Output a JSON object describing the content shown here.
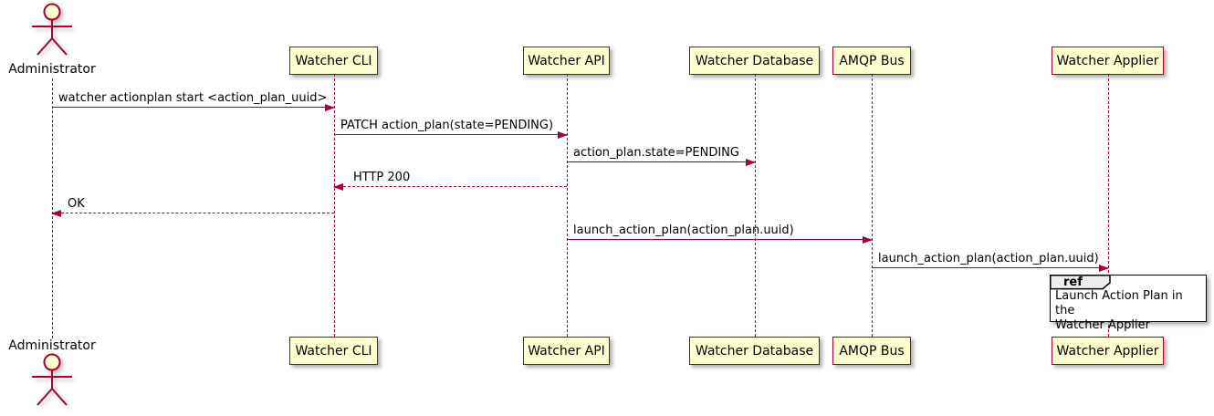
{
  "actor": {
    "label": "Administrator"
  },
  "participants": [
    {
      "label": "Watcher CLI"
    },
    {
      "label": "Watcher API"
    },
    {
      "label": "Watcher Database"
    },
    {
      "label": "AMQP Bus"
    },
    {
      "label": "Watcher Applier"
    }
  ],
  "messages": [
    {
      "label": "watcher actionplan start <action_plan_uuid>",
      "from": "Administrator",
      "to": "Watcher CLI",
      "line": "solid"
    },
    {
      "label": "PATCH action_plan(state=PENDING)",
      "from": "Watcher CLI",
      "to": "Watcher API",
      "line": "solid"
    },
    {
      "label": "action_plan.state=PENDING",
      "from": "Watcher API",
      "to": "Watcher Database",
      "line": "solid"
    },
    {
      "label": "HTTP 200",
      "from": "Watcher API",
      "to": "Watcher CLI",
      "line": "dashed"
    },
    {
      "label": "OK",
      "from": "Watcher CLI",
      "to": "Administrator",
      "line": "dashed"
    },
    {
      "label": "launch_action_plan(action_plan.uuid)",
      "from": "Watcher API",
      "to": "AMQP Bus",
      "line": "solid"
    },
    {
      "label": "launch_action_plan(action_plan.uuid)",
      "from": "AMQP Bus",
      "to": "Watcher Applier",
      "line": "solid"
    }
  ],
  "ref_fragment": {
    "keyword": "ref",
    "text": "Launch Action Plan in the\nWatcher Applier"
  },
  "colors": {
    "stroke": "#A80036",
    "participant_fill": "#FEFECE",
    "text": "#000000",
    "ref_border": "#000000",
    "ref_header_fill": "#EEEEEE",
    "background": "#FFFFFF"
  }
}
